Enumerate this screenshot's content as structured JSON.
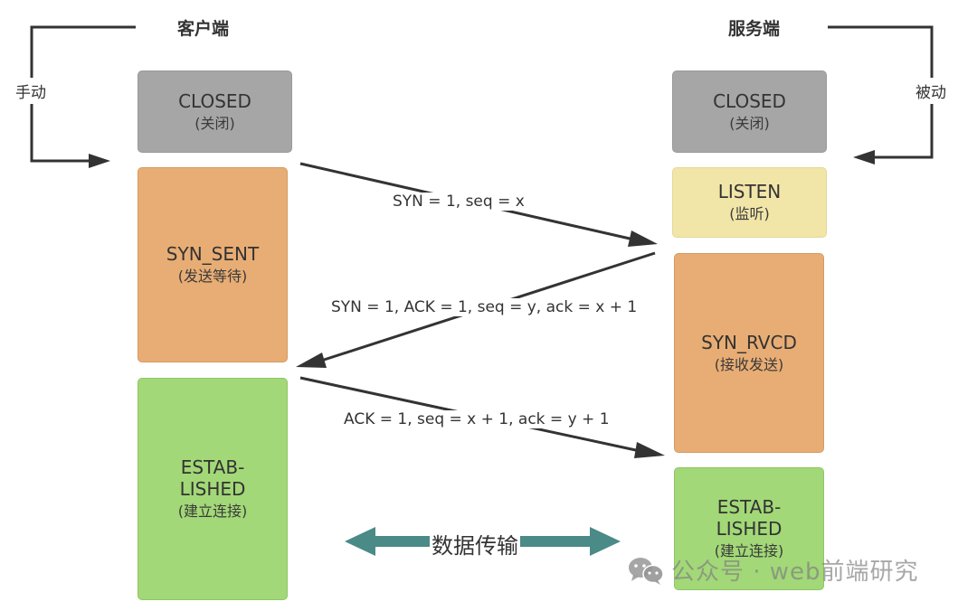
{
  "client": {
    "title": "客户端",
    "trigger_label": "手动",
    "states": [
      {
        "name": "CLOSED",
        "desc": "(关闭)"
      },
      {
        "name": "SYN_SENT",
        "desc": "(发送等待)"
      },
      {
        "name_line1": "ESTAB-",
        "name_line2": "LISHED",
        "desc": "(建立连接)"
      }
    ]
  },
  "server": {
    "title": "服务端",
    "trigger_label": "被动",
    "states": [
      {
        "name": "CLOSED",
        "desc": "(关闭)"
      },
      {
        "name": "LISTEN",
        "desc": "(监听)"
      },
      {
        "name": "SYN_RVCD",
        "desc": "(接收发送)"
      },
      {
        "name_line1": "ESTAB-",
        "name_line2": "LISHED",
        "desc": "(建立连接)"
      }
    ]
  },
  "messages": [
    {
      "label": "SYN = 1,  seq = x",
      "direction": "client-to-server"
    },
    {
      "label": "SYN = 1, ACK = 1, seq = y, ack = x + 1",
      "direction": "server-to-client"
    },
    {
      "label": "ACK = 1, seq = x + 1, ack = y + 1",
      "direction": "client-to-server"
    }
  ],
  "data_transfer": {
    "label": "数据传输",
    "color": "#4a8a87"
  },
  "watermark": {
    "text": "公众号 · web前端研究",
    "icon": "wechat-icon"
  },
  "colors": {
    "closed": "#a6a6a6",
    "syn": "#e8ad74",
    "listen": "#f1e5a8",
    "established": "#a2d877",
    "arrow": "#333333"
  }
}
